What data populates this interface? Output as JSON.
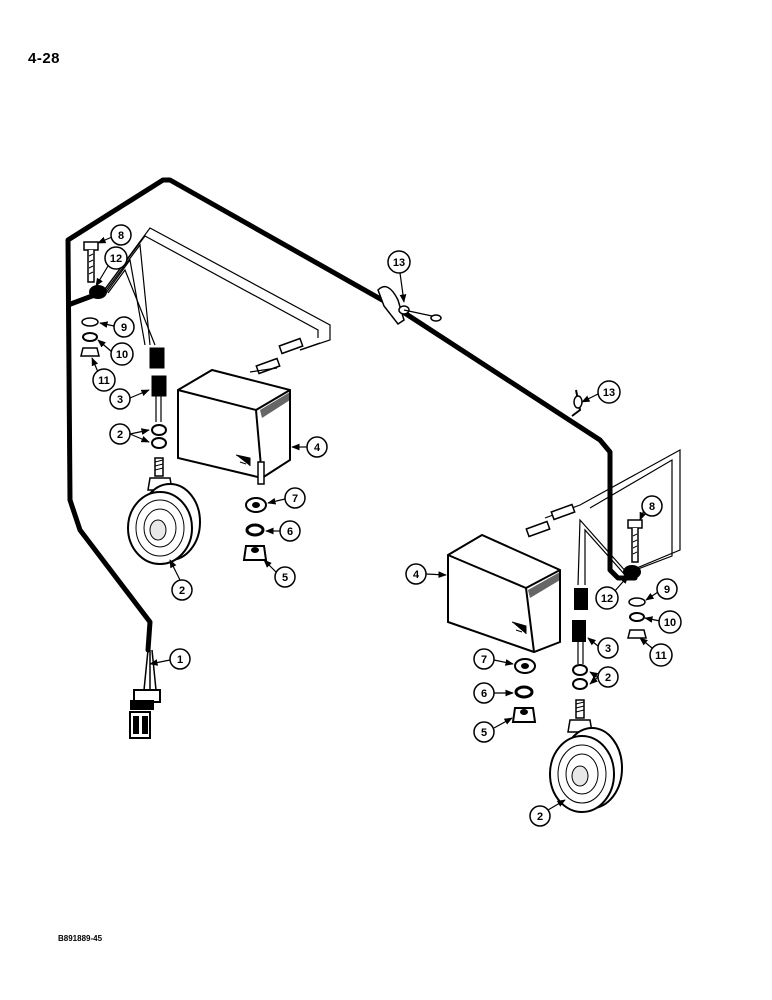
{
  "page_number": "4-28",
  "figure_code": "B891889-45",
  "callouts": {
    "c1": "1",
    "c2a": "2",
    "c2b": "2",
    "c2c": "2",
    "c2d": "2",
    "c3a": "3",
    "c3b": "3",
    "c4a": "4",
    "c4b": "4",
    "c5a": "5",
    "c5b": "5",
    "c6a": "6",
    "c6b": "6",
    "c7a": "7",
    "c7b": "7",
    "c8a": "8",
    "c8b": "8",
    "c9a": "9",
    "c9b": "9",
    "c10a": "10",
    "c10b": "10",
    "c11a": "11",
    "c11b": "11",
    "c12a": "12",
    "c12b": "12",
    "c13a": "13",
    "c13b": "13"
  },
  "colors": {
    "ink": "#000000",
    "paper": "#ffffff",
    "shade": "#e8e8e8"
  }
}
